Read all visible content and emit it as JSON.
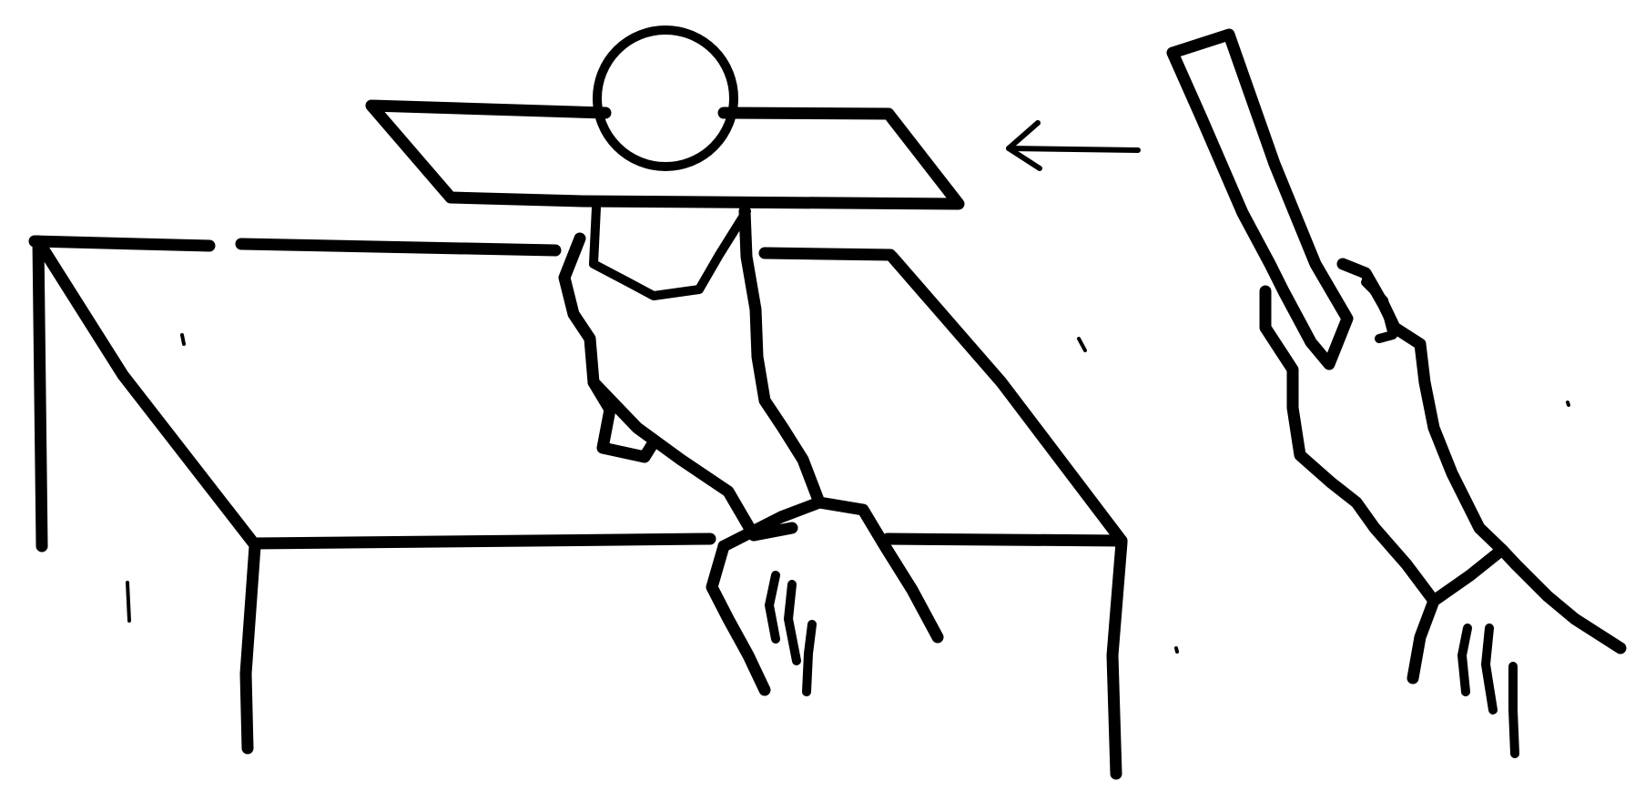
{
  "colors": {
    "ink": "#000000",
    "paper": "#ffffff"
  },
  "illustration": {
    "objects": [
      "table",
      "board-slid-under-head",
      "head",
      "helper-hands-under-board",
      "motion-arrow",
      "extending-arm-and-hand"
    ]
  }
}
